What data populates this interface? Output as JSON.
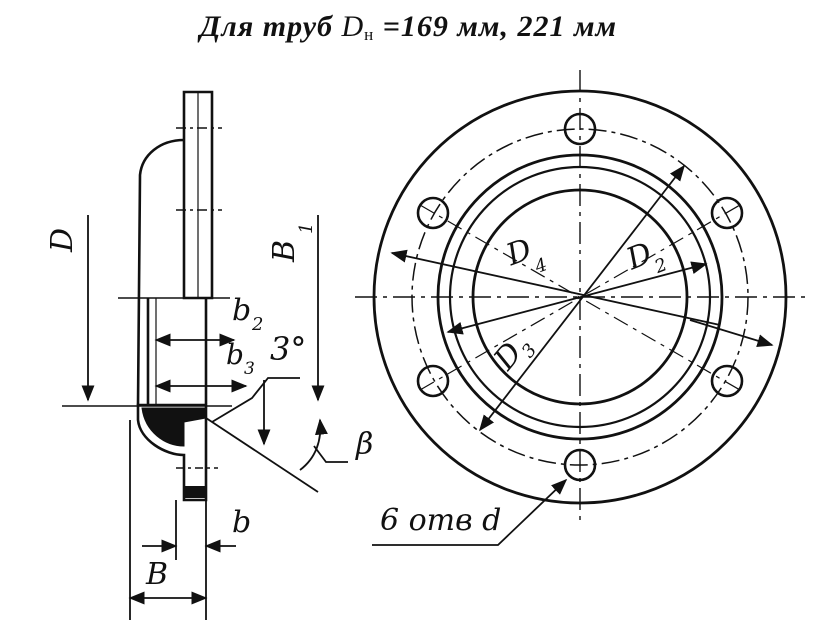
{
  "title": {
    "prefix": "Для труб",
    "symbol": "D",
    "subscript": "н",
    "suffix": "=169 мм, 221 мм"
  },
  "labels": {
    "D": "D",
    "B1": "B",
    "B1_sub": "1",
    "b2": "b",
    "b2_sub": "2",
    "b3": "b",
    "b3_sub": "3",
    "angle": "3°",
    "beta": "β",
    "b": "b",
    "B": "B",
    "D4": "D",
    "D4_sub": "4",
    "D2": "D",
    "D2_sub": "2",
    "D3": "D",
    "D3_sub": "3",
    "holes": "6 отв d"
  },
  "colors": {
    "ink": "#111111",
    "paper": "#ffffff"
  }
}
